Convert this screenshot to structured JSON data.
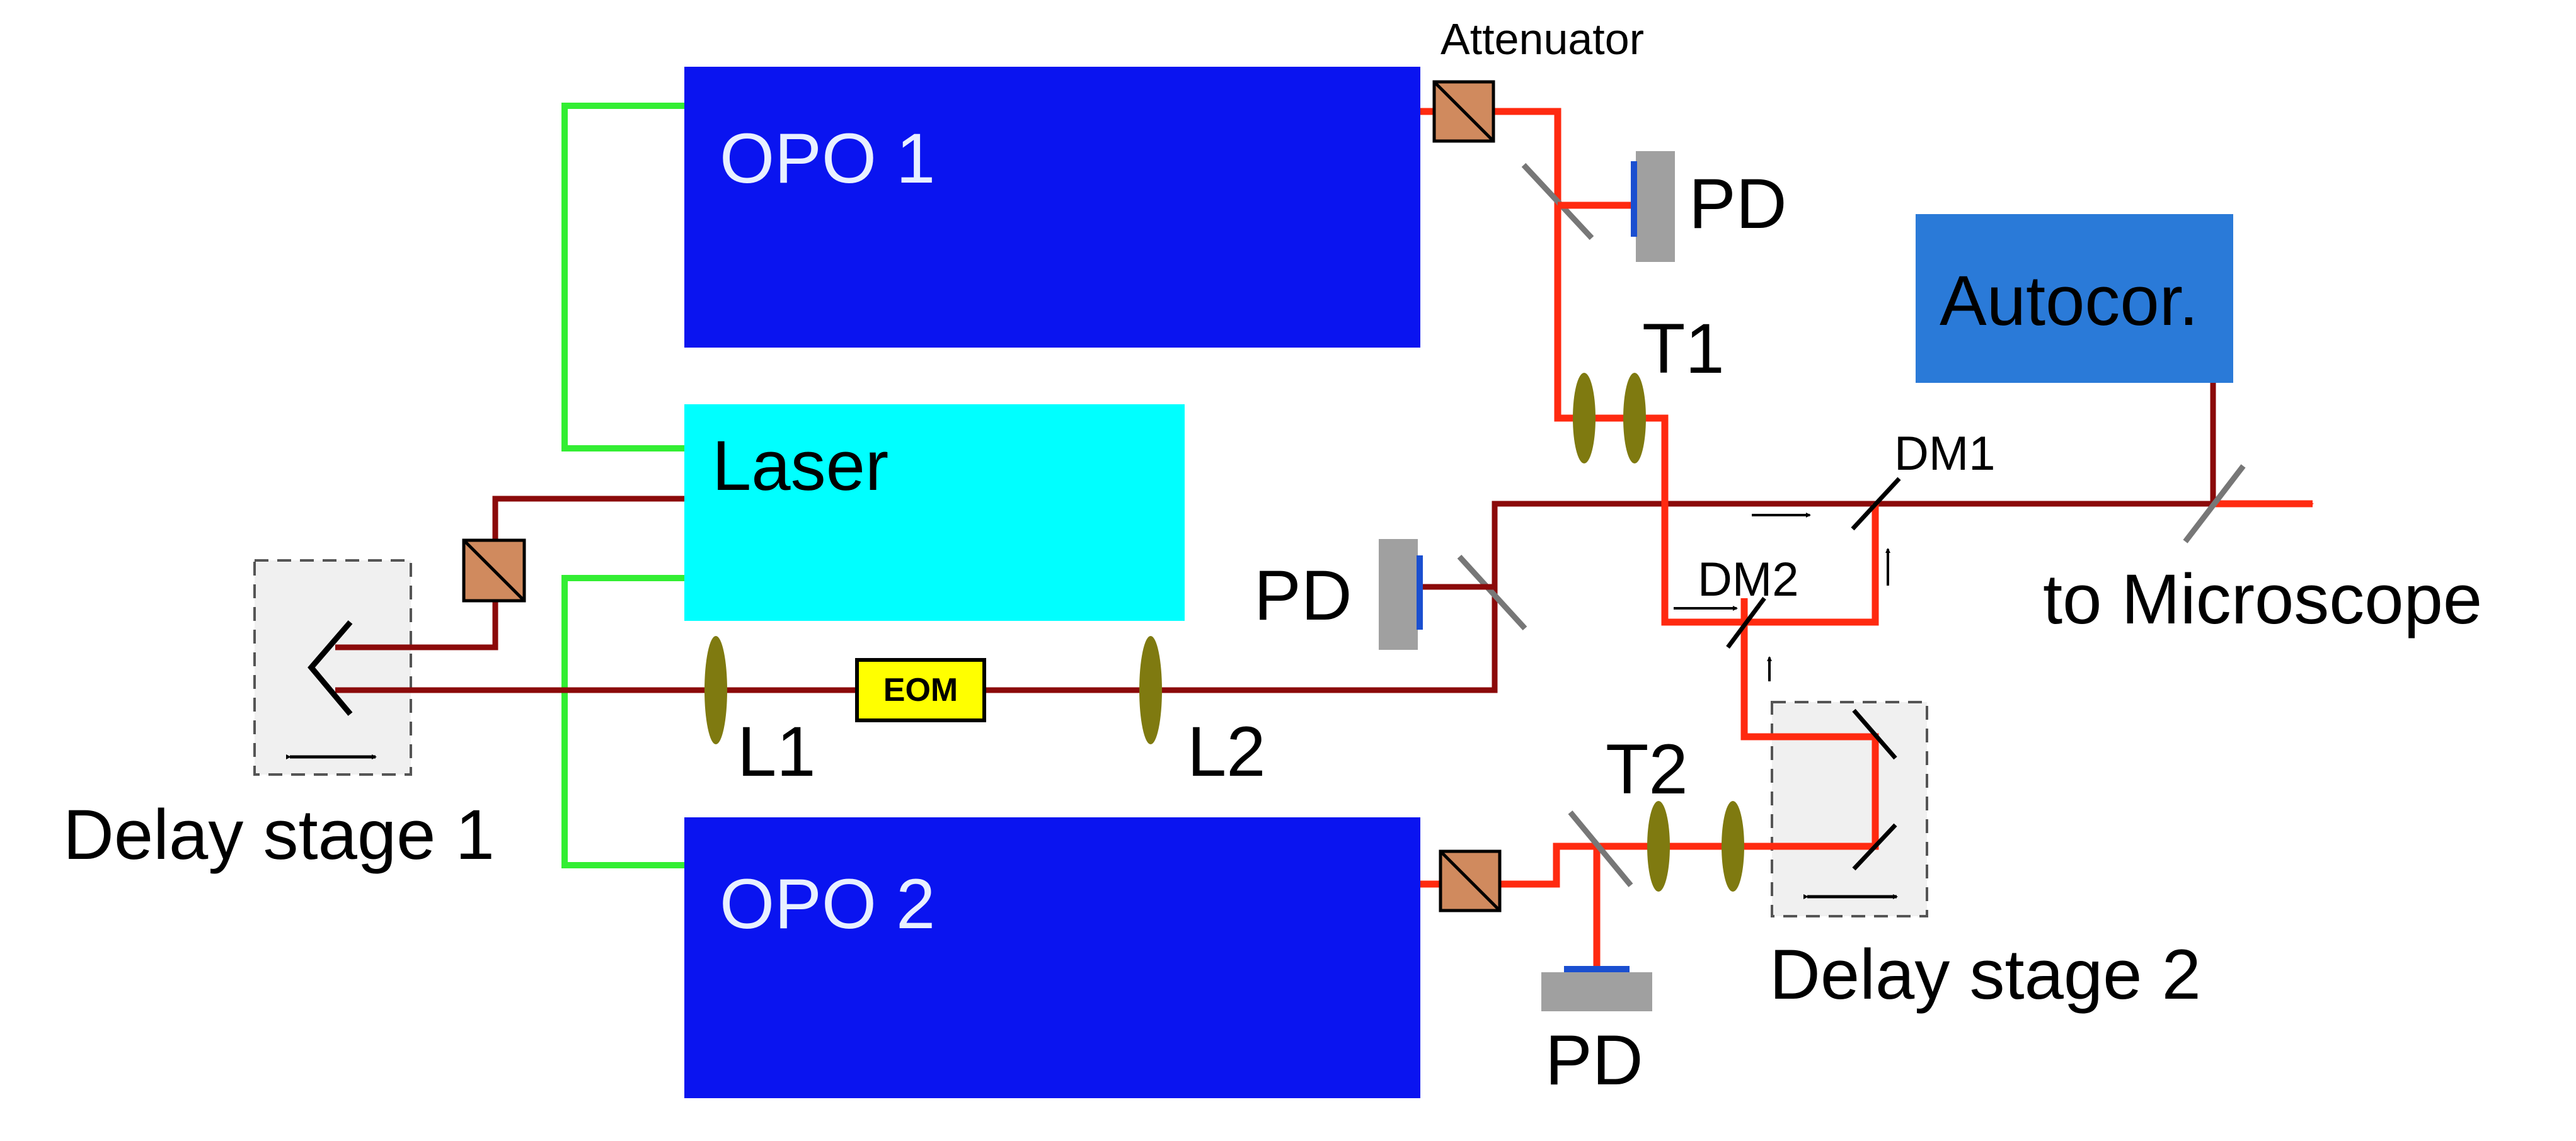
{
  "blocks": {
    "opo1": "OPO 1",
    "opo2": "OPO 2",
    "laser": "Laser",
    "autocor": "Autocor.",
    "eom": "EOM"
  },
  "labels": {
    "attenuator": "Attenuator",
    "pd_top": "PD",
    "pd_mid": "PD",
    "pd_bottom": "PD",
    "t1": "T1",
    "t2": "T2",
    "dm1": "DM1",
    "dm2": "DM2",
    "l1": "L1",
    "l2": "L2",
    "delay_stage_1": "Delay stage 1",
    "delay_stage_2": "Delay stage 2",
    "to_microscope": "to Microscope"
  },
  "colors": {
    "opo_fill": "#0A14F0",
    "laser_fill": "#00FFFF",
    "autocor_fill": "#2A7AD8",
    "eom_fill": "#FFFF00",
    "pump_beam": "#8B0A0A",
    "opo_beam": "#FF2A10",
    "green_line": "#33EE33",
    "lens": "#7F7A10",
    "cube": "#D08A5E",
    "pd_body": "#A0A0A0",
    "pd_window": "#1A4FD0",
    "stage_fill": "#F0F0F0"
  }
}
